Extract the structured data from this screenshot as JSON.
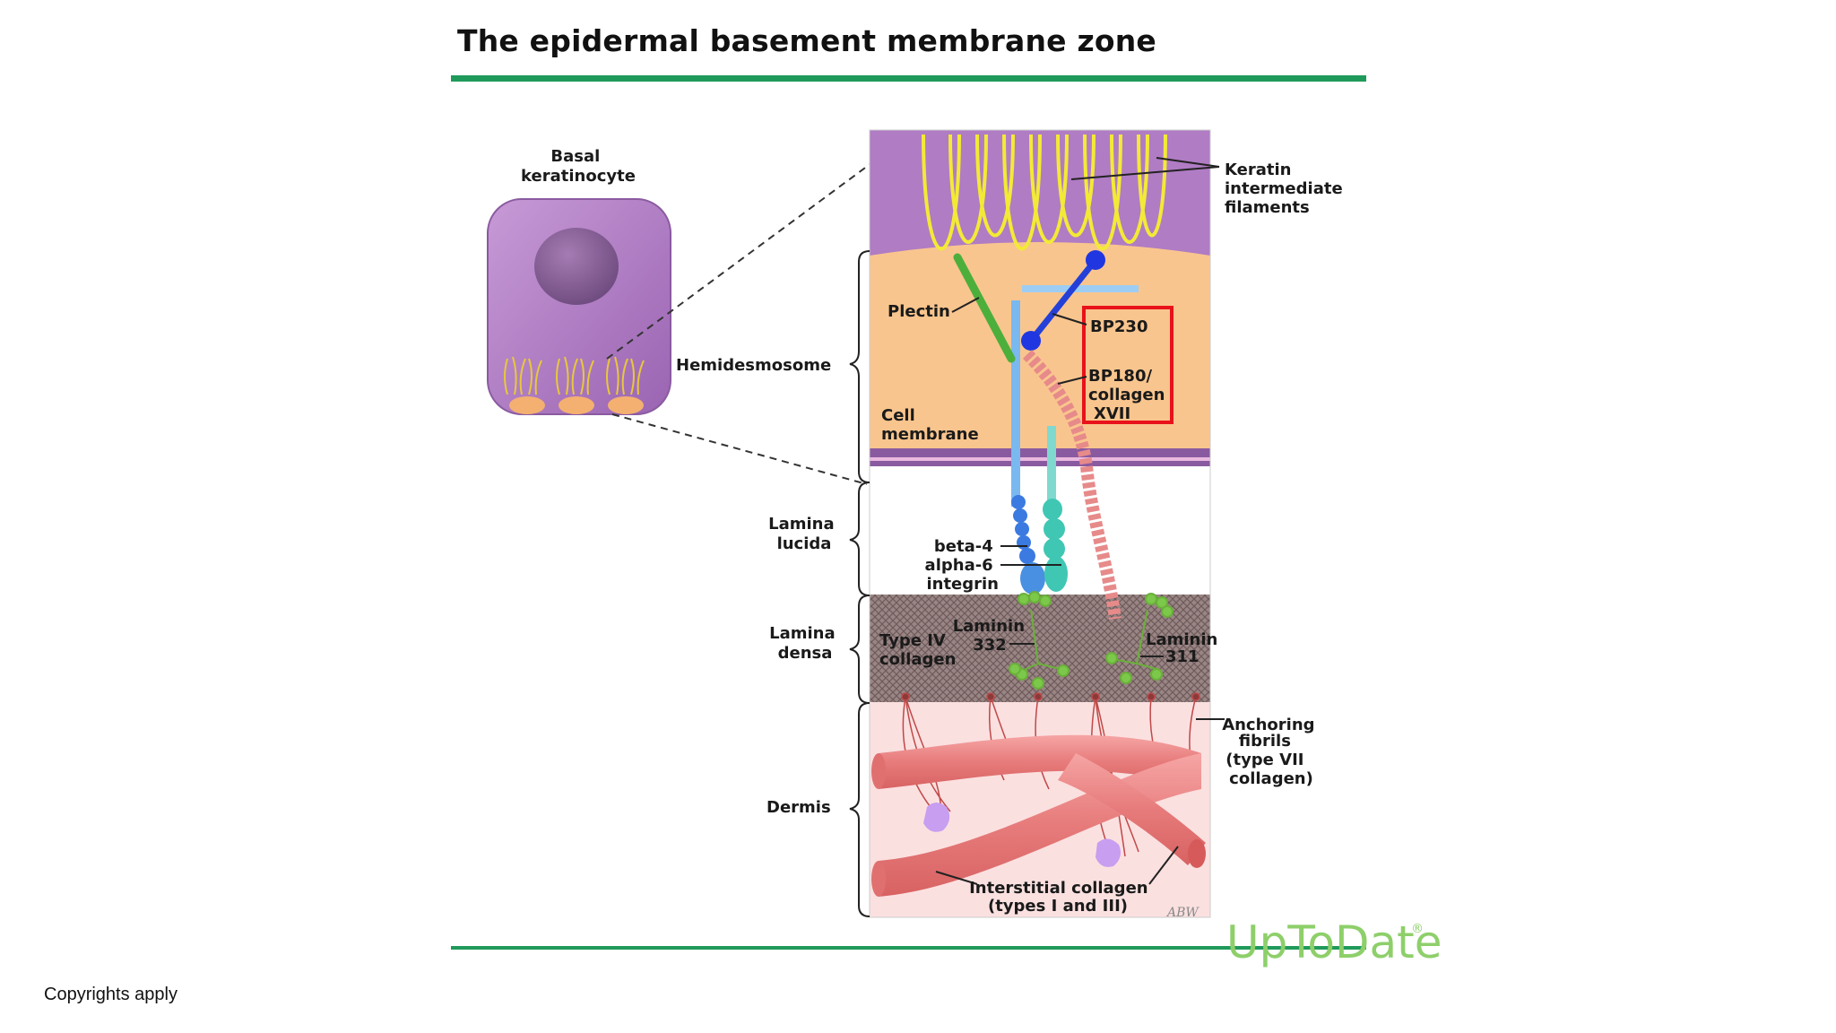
{
  "title": "The epidermal basement membrane zone",
  "footer": "Copyrights apply",
  "logo": {
    "text": "UpToDate",
    "mark": "®"
  },
  "signature": "ABW",
  "colors": {
    "rule": "#1f9a5a",
    "cell": "#b07cc4",
    "keratinocyte_cytoplasm": "#f9c58e",
    "keratin": "#f2ea36",
    "highlight_box": "#e8121a",
    "lamina_densa": "#8f7777",
    "dermis": "#fbe0e0",
    "collagen": "#ef8a8a"
  },
  "labels": {
    "basal_keratinocyte": [
      "Basal",
      "keratinocyte"
    ],
    "keratin": [
      "Keratin",
      "intermediate",
      "filaments"
    ],
    "plectin": "Plectin",
    "bp230": "BP230",
    "bp180": [
      "BP180/",
      "collagen",
      "XVII"
    ],
    "hemidesmosome": "Hemidesmosome",
    "cell_membrane": [
      "Cell",
      "membrane"
    ],
    "lamina_lucida": [
      "Lamina",
      "lucida"
    ],
    "integrin": [
      "beta-4",
      "alpha-6",
      "integrin"
    ],
    "lamina_densa": [
      "Lamina",
      "densa"
    ],
    "type4": [
      "Type IV",
      "collagen"
    ],
    "laminin332": [
      "Laminin",
      "332"
    ],
    "laminin311": [
      "Laminin",
      "311"
    ],
    "anchoring": [
      "Anchoring",
      "fibrils",
      "(type VII",
      "collagen)"
    ],
    "dermis": "Dermis",
    "interstitial": [
      "Interstitial collagen",
      "(types I and III)"
    ]
  }
}
